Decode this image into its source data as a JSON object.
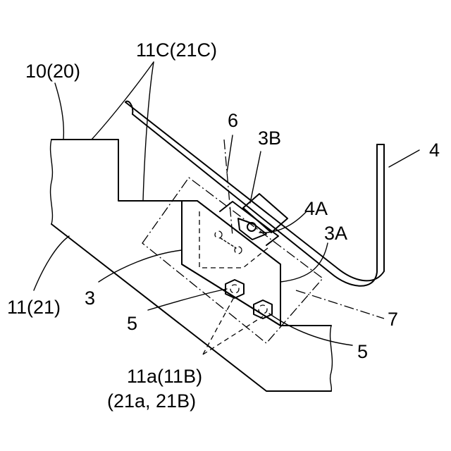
{
  "labels": {
    "body": "10(20)",
    "step_edge": "11C(21C)",
    "member_6": "6",
    "part_3B": "3B",
    "rod_4": "4",
    "part_4A": "4A",
    "part_3A": "3A",
    "bracket_3": "3",
    "surface_11": "11(21)",
    "bolt_5_left": "5",
    "bolt_5_right": "5",
    "line_7": "7",
    "holes_line1": "11a(11B)",
    "holes_line2": "(21a, 21B)"
  },
  "icons": {
    "bolt": "hex-bolt-icon"
  }
}
